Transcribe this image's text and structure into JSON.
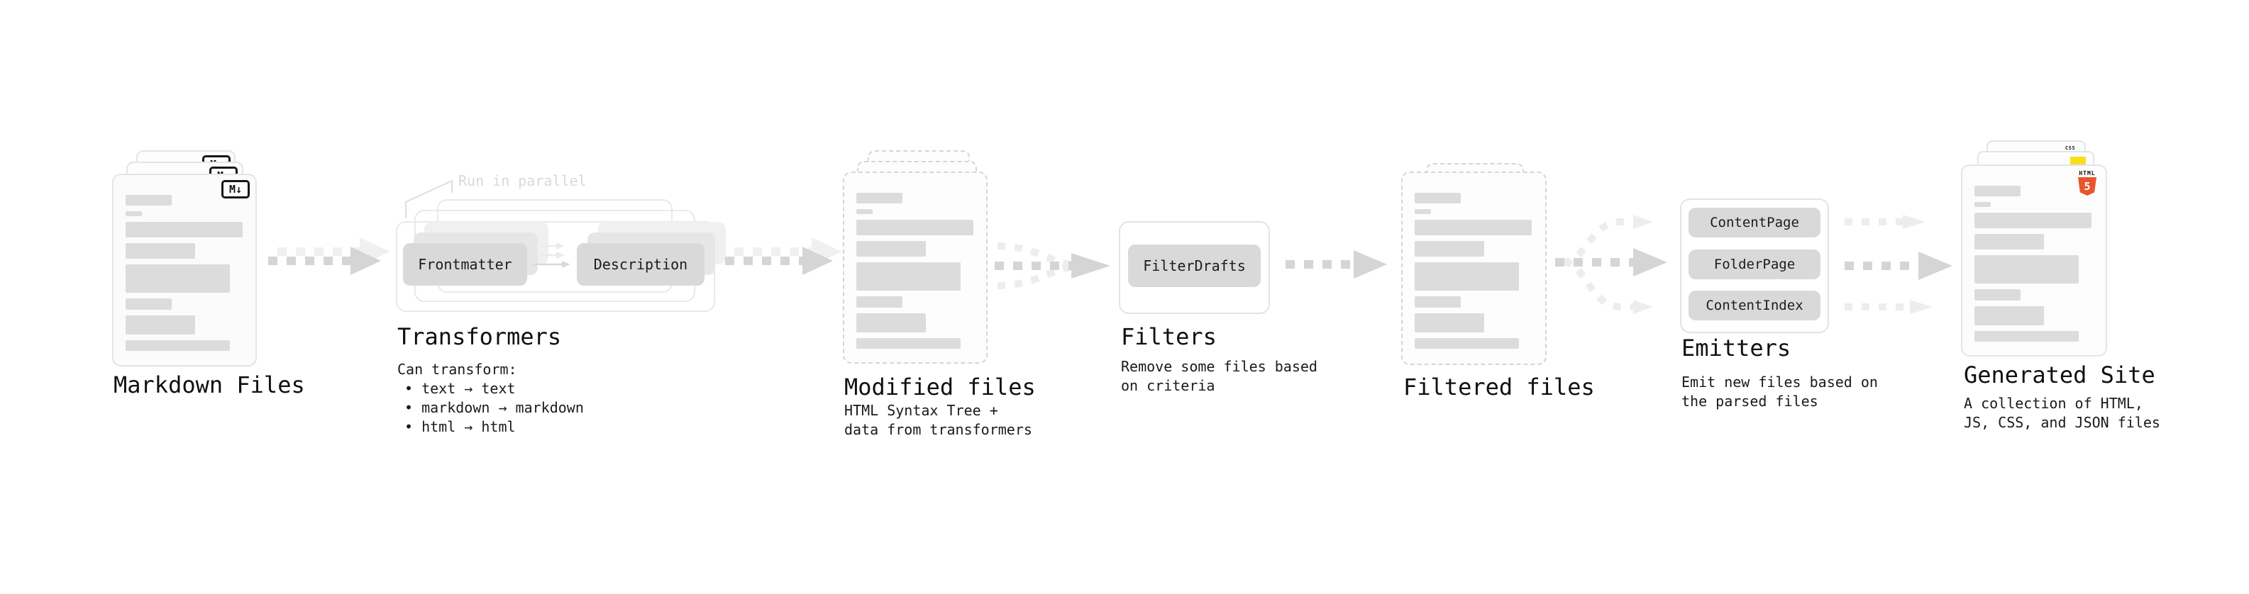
{
  "diagram": {
    "markdown": {
      "title": "Markdown Files",
      "badge": "M↓"
    },
    "transformers": {
      "title": "Transformers",
      "annotation": "Run in parallel",
      "button_left": "Frontmatter",
      "button_right": "Description",
      "desc_heading": "Can transform:",
      "bullet_1": "• text → text",
      "bullet_2": "• markdown → markdown",
      "bullet_3": "• html → html"
    },
    "modified": {
      "title": "Modified files",
      "desc_1": "HTML Syntax Tree +",
      "desc_2": "data from transformers"
    },
    "filters": {
      "title": "Filters",
      "button": "FilterDrafts",
      "desc_1": "Remove some files based",
      "desc_2": "on criteria"
    },
    "filtered": {
      "title": "Filtered files"
    },
    "emitters": {
      "title": "Emitters",
      "button_1": "ContentPage",
      "button_2": "FolderPage",
      "button_3": "ContentIndex",
      "desc_1": "Emit new files based on",
      "desc_2": "the parsed files"
    },
    "generated": {
      "title": "Generated Site",
      "desc_1": "A collection of HTML,",
      "desc_2": "JS, CSS, and JSON files",
      "html5_label": "HTML",
      "html5_number": "5",
      "css_label": "CSS"
    }
  },
  "colors": {
    "html5_orange": "#e8552d",
    "js_yellow": "#f7df1e",
    "css_blue": "#2d6ff2",
    "arrow_gray": "#d5d5d5",
    "arrow_ghost_gray": "#efefef",
    "skeleton_bar_gray": "#dcdcdc"
  }
}
